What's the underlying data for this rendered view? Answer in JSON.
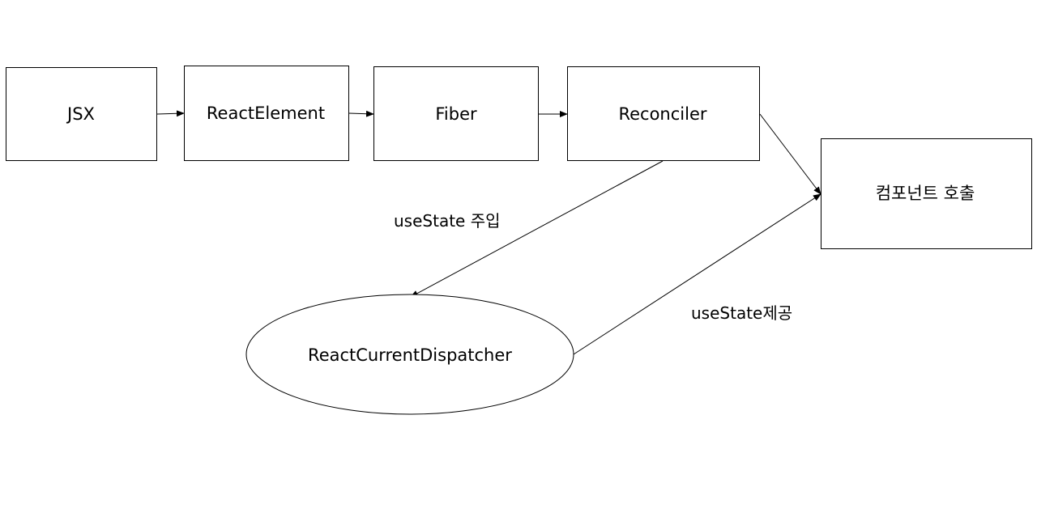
{
  "diagram": {
    "nodes": {
      "jsx": {
        "label": "JSX"
      },
      "react_element": {
        "label": "ReactElement"
      },
      "fiber": {
        "label": "Fiber"
      },
      "reconciler": {
        "label": "Reconciler"
      },
      "component_call": {
        "label": "컴포넌트 호출"
      },
      "dispatcher": {
        "label": "ReactCurrentDispatcher"
      }
    },
    "edges": {
      "inject_label": "useState 주입",
      "provide_label": "useState제공"
    },
    "colors": {
      "stroke": "#000000",
      "fill": "#ffffff",
      "text": "#000000"
    }
  }
}
